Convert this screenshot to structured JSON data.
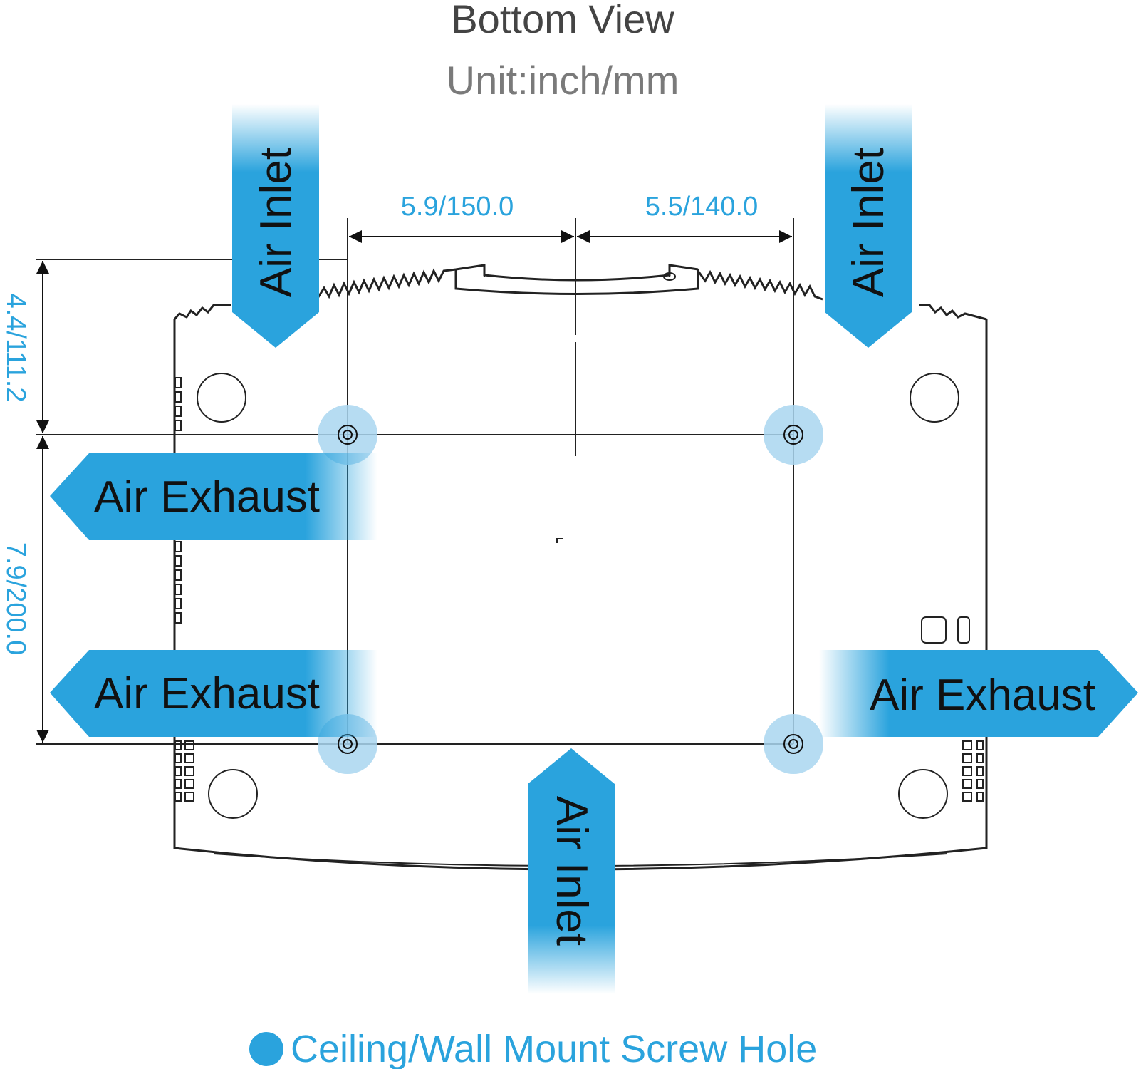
{
  "header": {
    "title": "Bottom View",
    "unit": "Unit:inch/mm"
  },
  "dimensions": {
    "top_left": "5.9/150.0",
    "top_right": "5.5/140.0",
    "left_upper": "4.4/111.2",
    "left_lower": "7.9/200.0"
  },
  "airflow": {
    "inlet_label": "Air Inlet",
    "exhaust_label": "Air Exhaust"
  },
  "legend": {
    "label": "Ceiling/Wall Mount Screw Hole"
  },
  "colors": {
    "accent": "#2aa3dd",
    "screw_halo": "#a9d6f0",
    "outline": "#222222"
  }
}
